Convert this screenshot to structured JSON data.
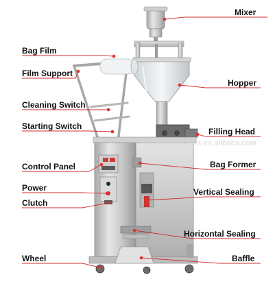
{
  "diagram": {
    "watermark": "vpowermachines.en.alibaba.com",
    "colors": {
      "leader_line": "#d22c2c",
      "pointer_dot": "#e03030",
      "steel_light": "#dcdcdc",
      "steel_mid": "#b9b9b9",
      "steel_dark": "#8c8c8c",
      "label_text": "#111111"
    },
    "labels": [
      {
        "id": "mixer",
        "text": "Mixer"
      },
      {
        "id": "bag-film",
        "text": "Bag Film"
      },
      {
        "id": "film-support",
        "text": "Film Support"
      },
      {
        "id": "hopper",
        "text": "Hopper"
      },
      {
        "id": "cleaning-switch",
        "text": "Cleaning Switch"
      },
      {
        "id": "starting-switch",
        "text": "Starting Switch"
      },
      {
        "id": "filling-head",
        "text": "Filling Head"
      },
      {
        "id": "bag-former",
        "text": "Bag Former"
      },
      {
        "id": "control-panel",
        "text": "Control Panel"
      },
      {
        "id": "power",
        "text": "Power"
      },
      {
        "id": "vertical-sealing",
        "text": "Vertical Sealing"
      },
      {
        "id": "clutch",
        "text": "Clutch"
      },
      {
        "id": "horizontal-sealing",
        "text": "Horizontal Sealing"
      },
      {
        "id": "wheel",
        "text": "Wheel"
      },
      {
        "id": "baffle",
        "text": "Baffle"
      }
    ]
  }
}
